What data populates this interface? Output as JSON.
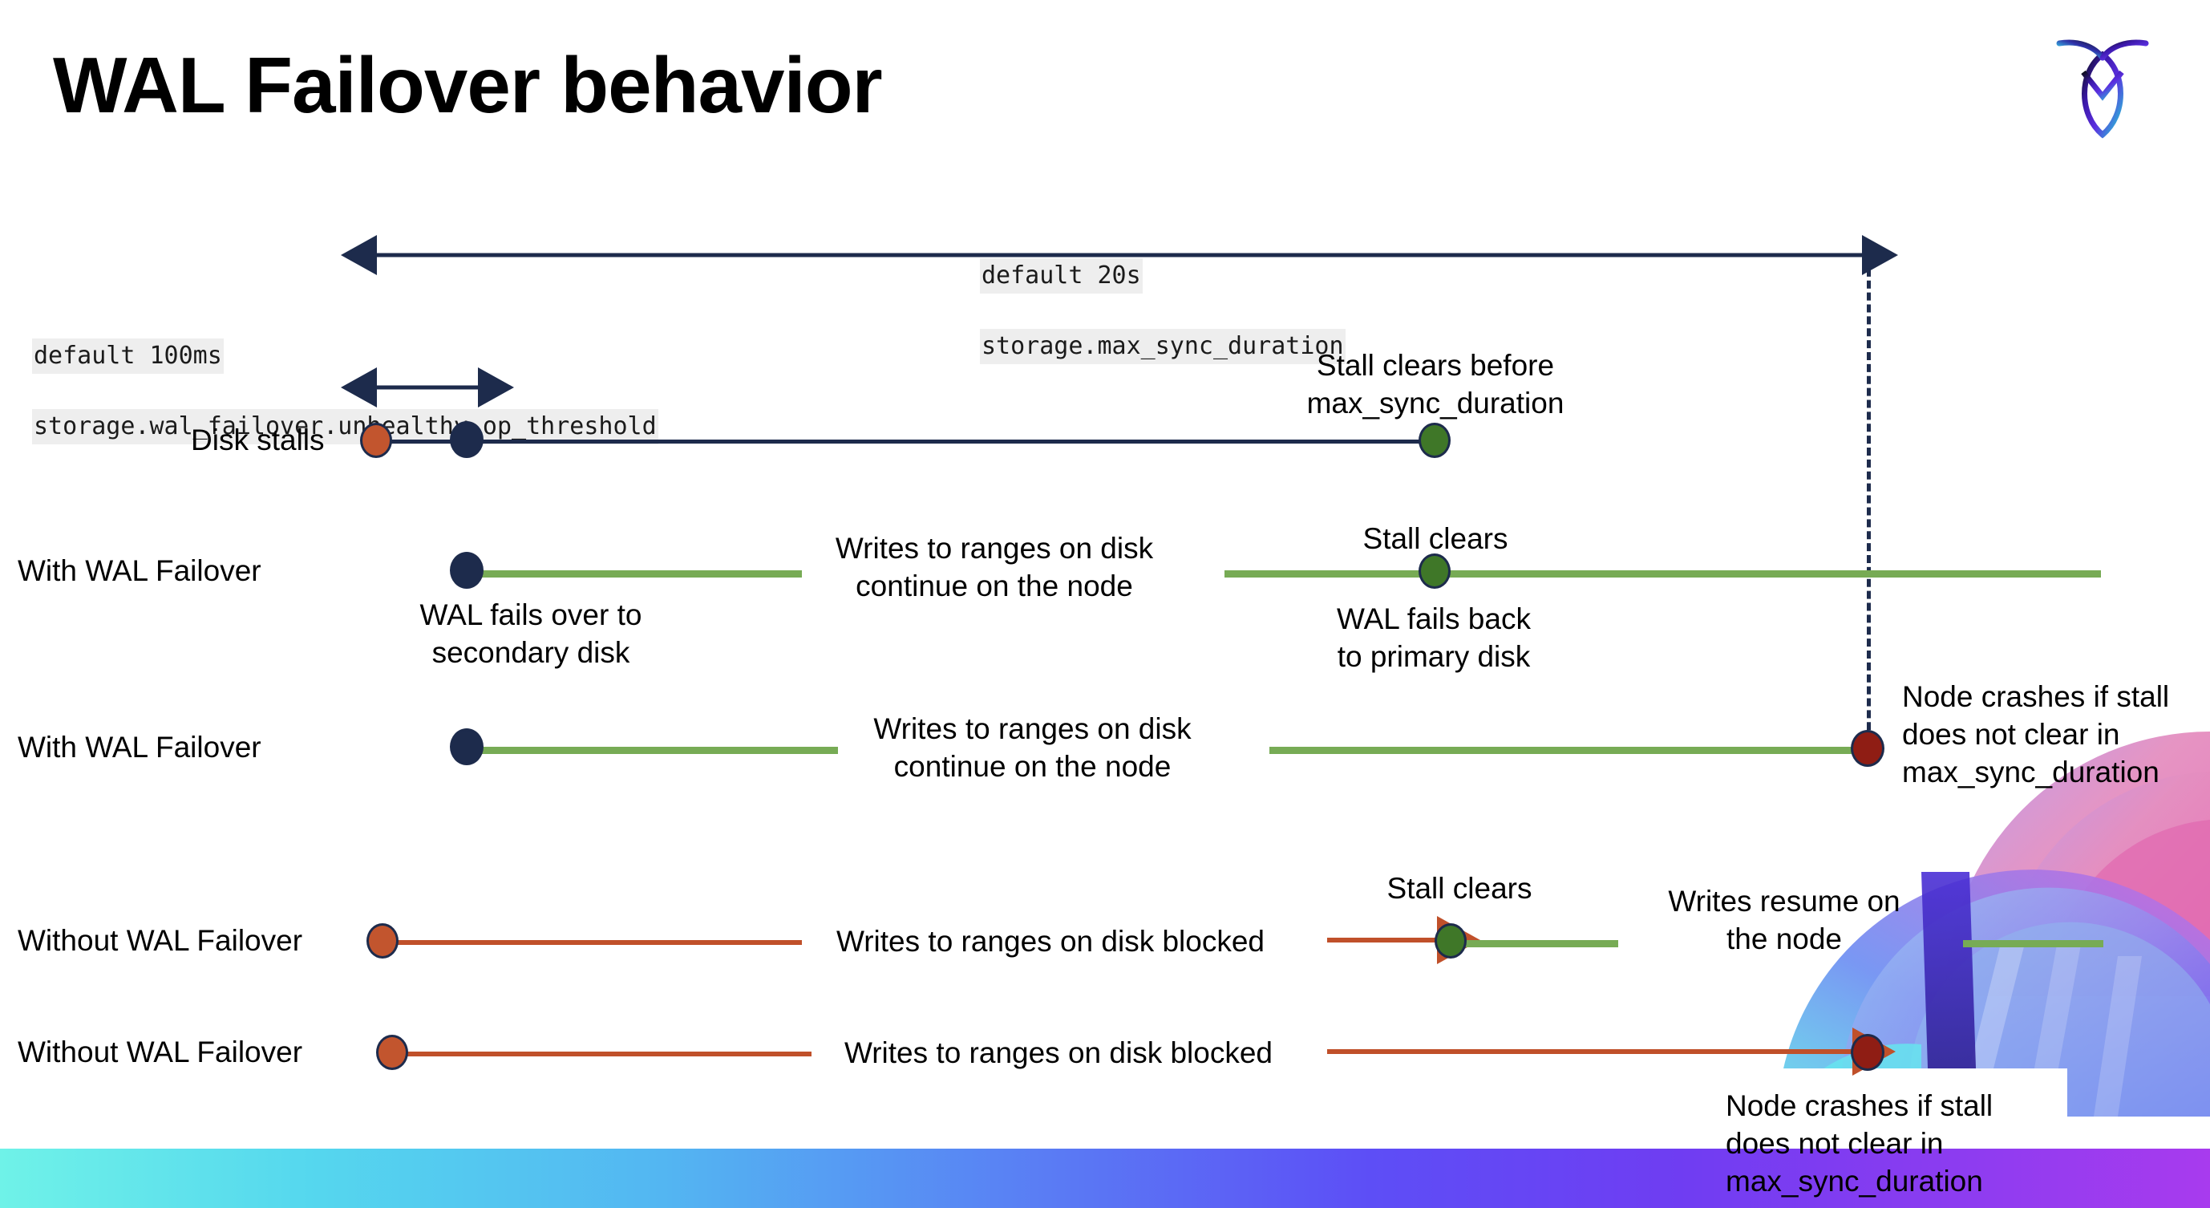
{
  "slide": {
    "title": "WAL Failover behavior",
    "logo_name": "cockroachdb-logo"
  },
  "timeline": {
    "max_sync": {
      "default": "default 20s",
      "setting": "storage.max_sync_duration"
    },
    "unhealthy_threshold": {
      "default": "default 100ms",
      "setting": "storage.wal_failover.unhealthy_op_threshold"
    }
  },
  "rows": [
    {
      "label": "Disk stalls",
      "notes": [
        "Stall clears before\nmax_sync_duration"
      ]
    },
    {
      "label": "With WAL Failover",
      "notes": [
        "Writes to ranges on disk\ncontinue on the node",
        "Stall clears",
        "WAL fails over to\nsecondary disk",
        "WAL fails  back\nto primary disk"
      ]
    },
    {
      "label": "With WAL Failover",
      "notes": [
        "Writes to ranges on disk\ncontinue on the node",
        "Node crashes if stall\ndoes not clear in\nmax_sync_duration"
      ]
    },
    {
      "label": "Without WAL Failover",
      "notes": [
        "Writes to ranges on disk  blocked",
        "Stall clears",
        "Writes resume on\nthe node"
      ]
    },
    {
      "label": "Without WAL Failover",
      "notes": [
        "Writes to ranges on disk  blocked",
        "Node crashes if stall\ndoes not clear in\nmax_sync_duration"
      ]
    }
  ],
  "colors": {
    "navy": "#1d2b4c",
    "green_line": "#77ab55",
    "green_dot": "#3f7728",
    "orange": "#c2552e",
    "red_line": "#c0502a",
    "dark_red": "#8f1d14",
    "code_bg": "#eeeeee"
  }
}
